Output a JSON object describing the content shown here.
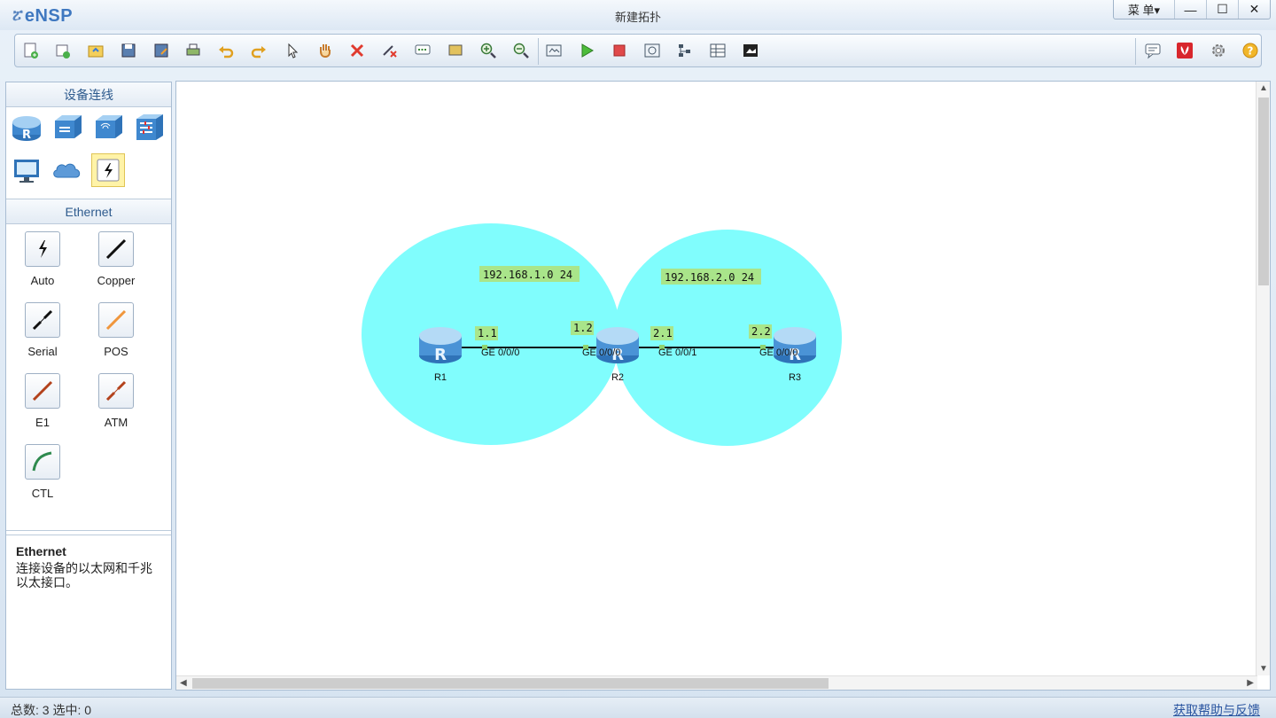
{
  "app": {
    "name": "eNSP",
    "window_title": "新建拓扑",
    "menu_label": "菜 单▾",
    "min_glyph": "—",
    "max_glyph": "☐",
    "close_glyph": "✕"
  },
  "toolbar": {
    "left_icons": [
      "new-topology-icon",
      "new-template-icon",
      "open-icon",
      "save-icon",
      "save-as-icon",
      "print-icon",
      "undo-icon",
      "redo-icon",
      "select-pointer-icon",
      "hand-pan-icon",
      "delete-icon",
      "delete-links-icon",
      "text-label-icon",
      "rectangle-icon",
      "zoom-in-icon",
      "zoom-out-icon",
      "fit-view-icon",
      "start-device-icon",
      "stop-device-icon",
      "capture-icon",
      "topology-icon",
      "grid-icon",
      "screenshot-icon"
    ],
    "right_icons": [
      "chat-icon",
      "huawei-logo-icon",
      "settings-icon",
      "help-icon"
    ]
  },
  "left_panel": {
    "device_header": "设备连线",
    "devices": [
      "router-icon",
      "switch-icon",
      "wlan-icon",
      "firewall-icon",
      "pc-icon",
      "cloud-icon",
      "connection-icon"
    ],
    "cable_header": "Ethernet",
    "cables": [
      {
        "label": "Auto",
        "color": "#111111",
        "kind": "auto"
      },
      {
        "label": "Copper",
        "color": "#111111",
        "kind": "line"
      },
      {
        "label": "Serial",
        "color": "#111111",
        "kind": "dash"
      },
      {
        "label": "POS",
        "color": "#f0963c",
        "kind": "line"
      },
      {
        "label": "E1",
        "color": "#b3421c",
        "kind": "line"
      },
      {
        "label": "ATM",
        "color": "#b3421c",
        "kind": "dash"
      },
      {
        "label": "CTL",
        "color": "#2e8a4e",
        "kind": "curve"
      }
    ],
    "description": {
      "title": "Ethernet",
      "text": "连接设备的以太网和千兆以太接口。"
    }
  },
  "topology": {
    "networks": [
      {
        "label": "192.168.1.0 24"
      },
      {
        "label": "192.168.2.0 24"
      }
    ],
    "routers": [
      {
        "name": "R1"
      },
      {
        "name": "R2"
      },
      {
        "name": "R3"
      }
    ],
    "links": [
      {
        "a_ip": "1.1",
        "a_if": "GE 0/0/0",
        "b_ip": "1.2",
        "b_if": "GE 0/0/0"
      },
      {
        "a_ip": "2.1",
        "a_if": "GE 0/0/1",
        "b_ip": "2.2",
        "b_if": "GE 0/0/0"
      }
    ],
    "zone_color": "#80fdfd",
    "tag_color": "#a9e58a"
  },
  "status": {
    "summary": "总数: 3 选中: 0",
    "help_link": "获取帮助与反馈"
  }
}
